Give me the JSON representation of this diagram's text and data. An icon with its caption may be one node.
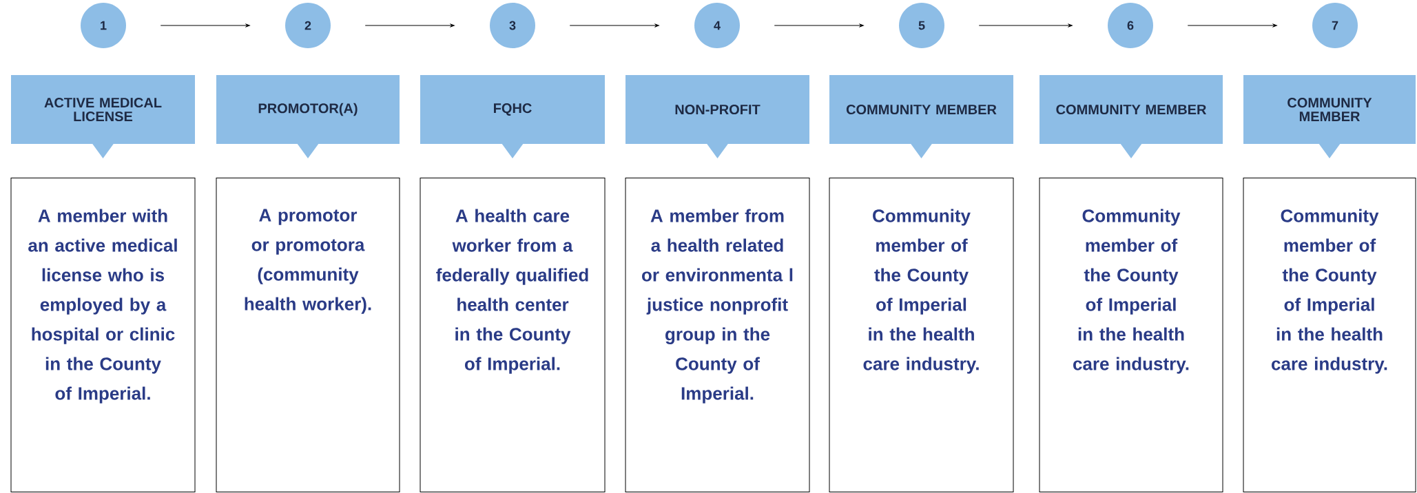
{
  "diagram": {
    "nodes": [
      {
        "text": [
          "1"
        ]
      },
      {
        "text": [
          "2"
        ]
      },
      {
        "text": [
          "3"
        ]
      },
      {
        "text": [
          "4"
        ]
      },
      {
        "text": [
          "5"
        ]
      },
      {
        "text": [
          "6"
        ]
      },
      {
        "text": [
          "7"
        ]
      },
      {
        "text": [
          "ACTIVE MEDICAL LICENSE"
        ]
      },
      {
        "text": [
          "PROMOTOR(A)"
        ]
      },
      {
        "text": [
          "FQHC"
        ]
      },
      {
        "text": [
          "NON-PROFIT"
        ]
      },
      {
        "text": [
          "COMMUNITY MEMBER"
        ]
      },
      {
        "text": [
          "COMMUNITY MEMBER"
        ]
      },
      {
        "text": [
          "COMMUNITY MEMBER"
        ]
      },
      {
        "text": [
          "A member with an active medical license who is employed by a hospital or clinic in the County of Imperial."
        ]
      },
      {
        "text": [
          "A promotor or promotora (community health worker)."
        ]
      },
      {
        "text": [
          "A health care worker from a federally qualified health center in the County of Imperial."
        ]
      },
      {
        "text": [
          "A member from a health related or environmenta l justice nonprofit group in the County of Imperial."
        ]
      },
      {
        "text": [
          "Community member of the County of Imperial in the health care industry."
        ]
      },
      {
        "text": [
          "Community member of the County of Imperial in the health care industry."
        ]
      },
      {
        "text": [
          "Community member of the County of Imperial in the health care industry."
        ]
      }
    ],
    "edges": [
      {
        "from": 0,
        "to": 1,
        "arrow": "to"
      },
      {
        "from": 1,
        "to": 2,
        "arrow": "to"
      },
      {
        "from": 2,
        "to": 3,
        "arrow": "to"
      },
      {
        "from": 3,
        "to": 4,
        "arrow": "to"
      },
      {
        "from": 4,
        "to": 5,
        "arrow": "to"
      },
      {
        "from": 5,
        "to": 6,
        "arrow": "to"
      }
    ]
  }
}
